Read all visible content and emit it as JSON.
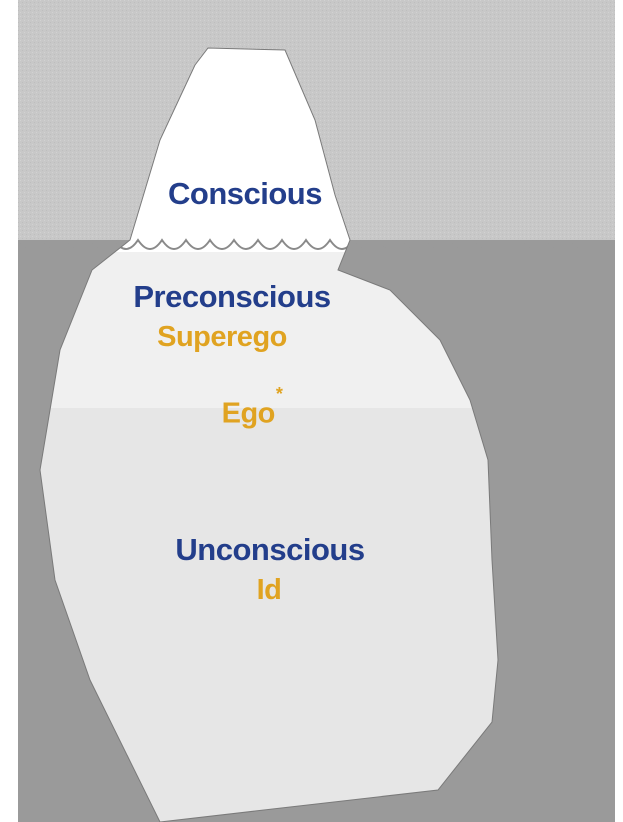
{
  "diagram": {
    "levels": {
      "conscious": "Conscious",
      "preconscious": "Preconscious",
      "unconscious": "Unconscious"
    },
    "structures": {
      "superego": "Superego",
      "ego": "Ego",
      "ego_mark": "*",
      "id": "Id"
    },
    "colors": {
      "level_text": "#233e8b",
      "structure_text": "#e0a321",
      "sky": "#c8c8c8",
      "water": "#9a9a9a",
      "iceberg_top": "#ffffff",
      "iceberg_preconscious": "#f0f0f0",
      "iceberg_unconscious": "#e6e6e6"
    }
  }
}
